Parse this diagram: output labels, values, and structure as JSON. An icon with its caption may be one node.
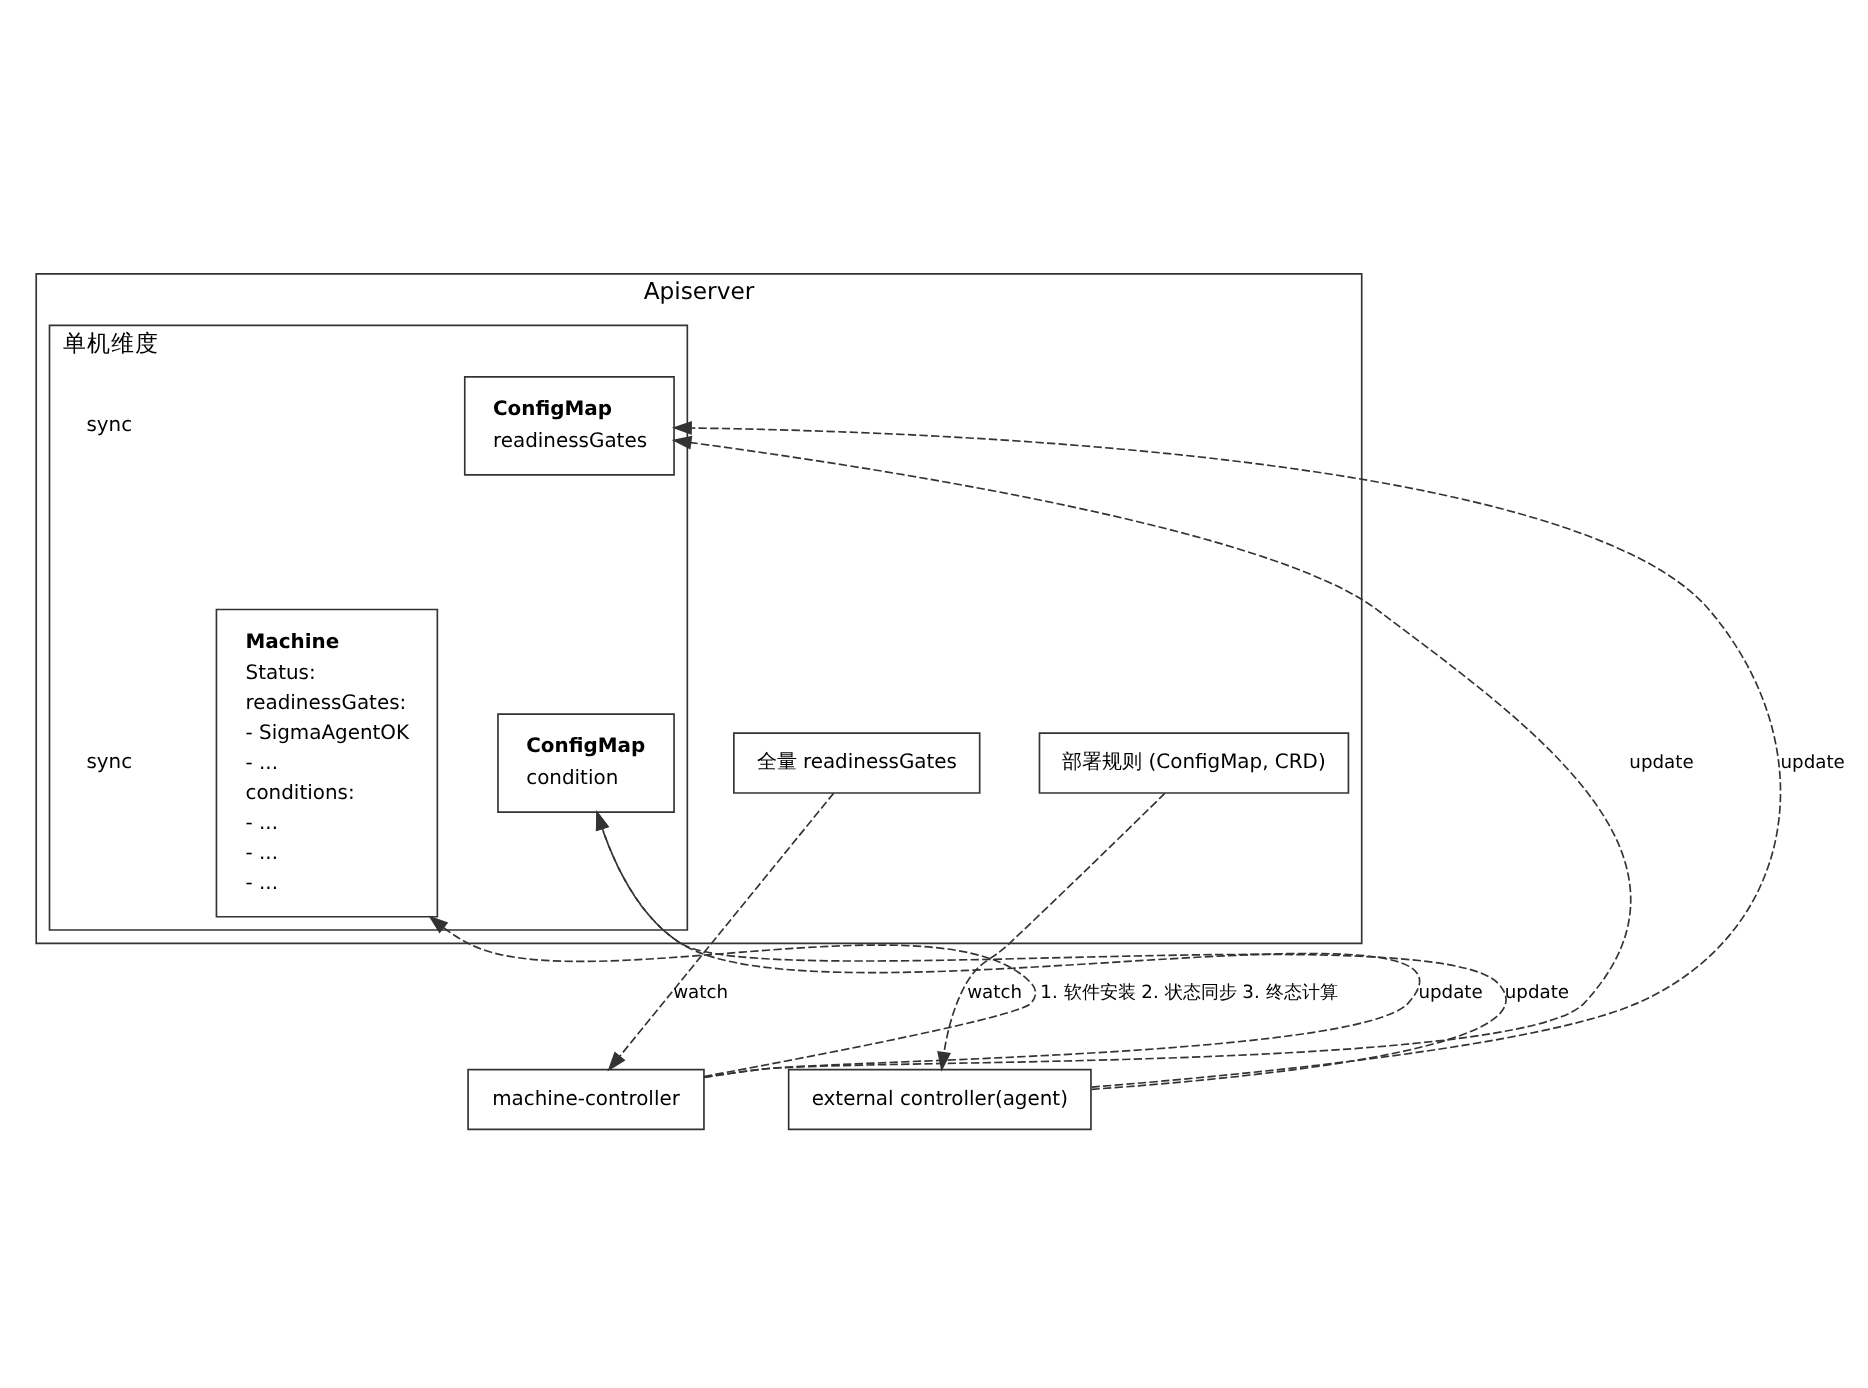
{
  "diagram": {
    "nodes": [
      {
        "text": [
          "Apiserver"
        ]
      },
      {
        "text": [
          "单机维度"
        ],
        "in": 0
      },
      {
        "text": [
          "Machine",
          "Status:",
          "readinessGates:",
          "- SigmaAgentOK",
          "- ...",
          "conditions:",
          "- ...",
          "- ...",
          "- ..."
        ],
        "in": 1
      },
      {
        "text": [
          "ConfigMap",
          "readinessGates"
        ],
        "in": 1
      },
      {
        "text": [
          "ConfigMap",
          "condition"
        ],
        "in": 1
      },
      {
        "text": [
          "全量 readinessGates"
        ],
        "in": 0
      },
      {
        "text": [
          "部署规则 (ConfigMap, CRD)"
        ],
        "in": 0
      },
      {
        "text": [
          "machine-controller"
        ]
      },
      {
        "text": [
          "external controller(agent)"
        ]
      }
    ],
    "edges": [
      {
        "from": 7,
        "to": 2,
        "arrow": "to",
        "style": "dashed",
        "label": "1. 软件安装 2. 状态同步 3. 终态计算"
      },
      {
        "from": 7,
        "to": 3,
        "arrow": "to",
        "style": "dashed",
        "label": "update"
      },
      {
        "from": 7,
        "to": 4,
        "arrow": "to",
        "style": "dashed",
        "label": "update"
      },
      {
        "from": 5,
        "to": 7,
        "arrow": "to",
        "style": "dashed",
        "label": "watch"
      },
      {
        "from": 8,
        "to": 3,
        "arrow": "to",
        "style": "dashed",
        "label": "update"
      },
      {
        "from": 8,
        "to": 4,
        "arrow": "to",
        "style": "dashed",
        "label": "update"
      },
      {
        "from": 6,
        "to": 8,
        "arrow": "to",
        "style": "dashed",
        "label": "watch"
      }
    ],
    "labels": [
      "sync",
      "sync"
    ]
  }
}
